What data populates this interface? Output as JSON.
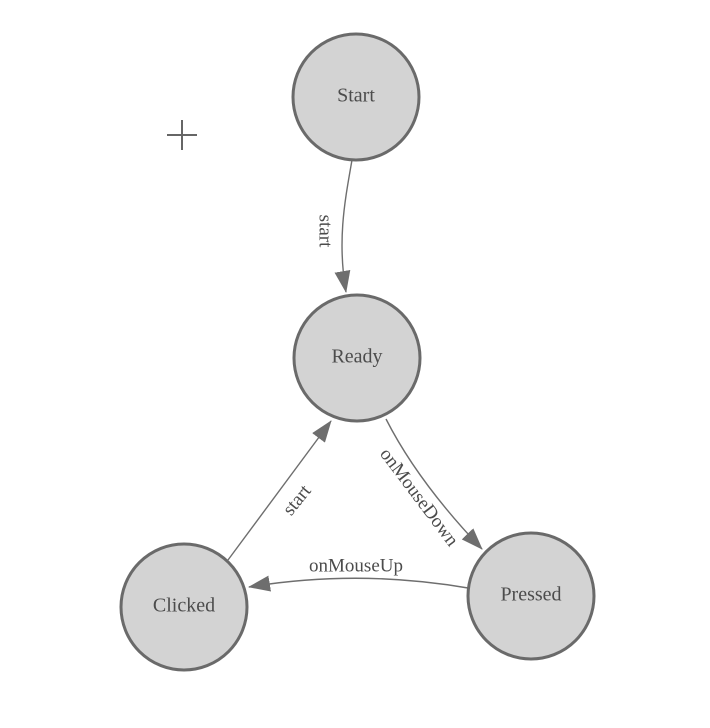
{
  "diagram": {
    "kind": "finite-state-machine",
    "nodes": [
      {
        "id": "start",
        "label": "Start"
      },
      {
        "id": "ready",
        "label": "Ready"
      },
      {
        "id": "clicked",
        "label": "Clicked"
      },
      {
        "id": "pressed",
        "label": "Pressed"
      }
    ],
    "edges": [
      {
        "from": "Start",
        "to": "Ready",
        "label": "start"
      },
      {
        "from": "Clicked",
        "to": "Ready",
        "label": "start"
      },
      {
        "from": "Ready",
        "to": "Pressed",
        "label": "onMouseDown"
      },
      {
        "from": "Pressed",
        "to": "Clicked",
        "label": "onMouseUp"
      }
    ],
    "cursor": {
      "icon": "plus-crosshair"
    },
    "colors": {
      "background": "#ffffff",
      "node_fill": "#d3d3d3",
      "node_border": "#6a6a6a",
      "edge_stroke": "#6e6e6e",
      "text": "#4c4c4c",
      "cursor": "#666666"
    }
  }
}
